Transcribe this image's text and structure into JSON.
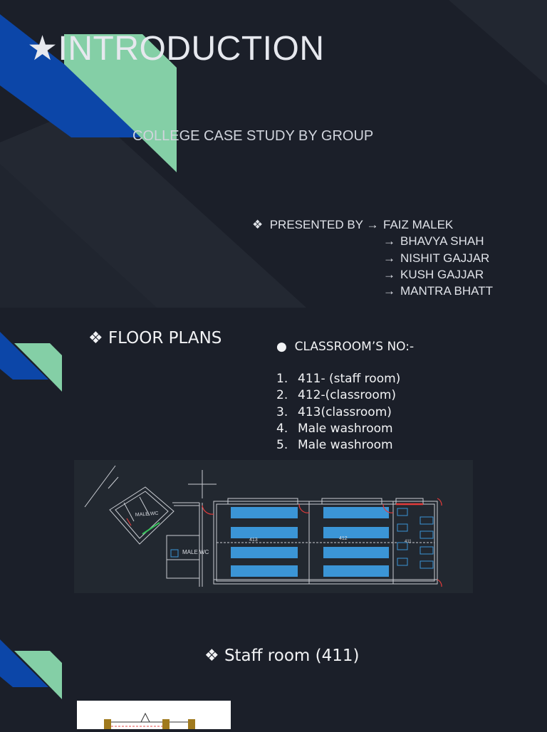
{
  "slide1": {
    "title_star": "★",
    "title": "INTRODUCTION",
    "subtitle": "COLLEGE CASE STUDY BY GROUP",
    "presented_bullet": "❖",
    "presented_label": "PRESENTED BY",
    "arrow": "→",
    "presenters": [
      "FAIZ MALEK",
      "BHAVYA SHAH",
      "NISHIT GAJJAR",
      "KUSH GAJJAR",
      "MANTRA BHATT"
    ]
  },
  "slide2": {
    "heading_bullet": "❖",
    "heading": "FLOOR PLANS",
    "classrooms_bullet": "●",
    "classrooms_heading": "CLASSROOM’S NO:-",
    "classrooms": [
      {
        "num": "1.",
        "text": "411- (staff room)"
      },
      {
        "num": "2.",
        "text": "412-(classroom)"
      },
      {
        "num": "3.",
        "text": "413(classroom)"
      },
      {
        "num": "4.",
        "text": "Male washroom"
      },
      {
        "num": "5.",
        "text": "Male washroom"
      }
    ],
    "plan_labels": {
      "wc1": "MALE WC",
      "wc2": "MALE WC",
      "room413": "413",
      "room412": "412",
      "room411": "411"
    }
  },
  "slide3": {
    "heading_bullet": "❖",
    "heading": "Staff room (411)"
  },
  "colors": {
    "background": "#1b1f29",
    "blue_stripe": "#0c46a8",
    "green_stripe": "#84cfa6",
    "text": "#e6e8ee"
  }
}
